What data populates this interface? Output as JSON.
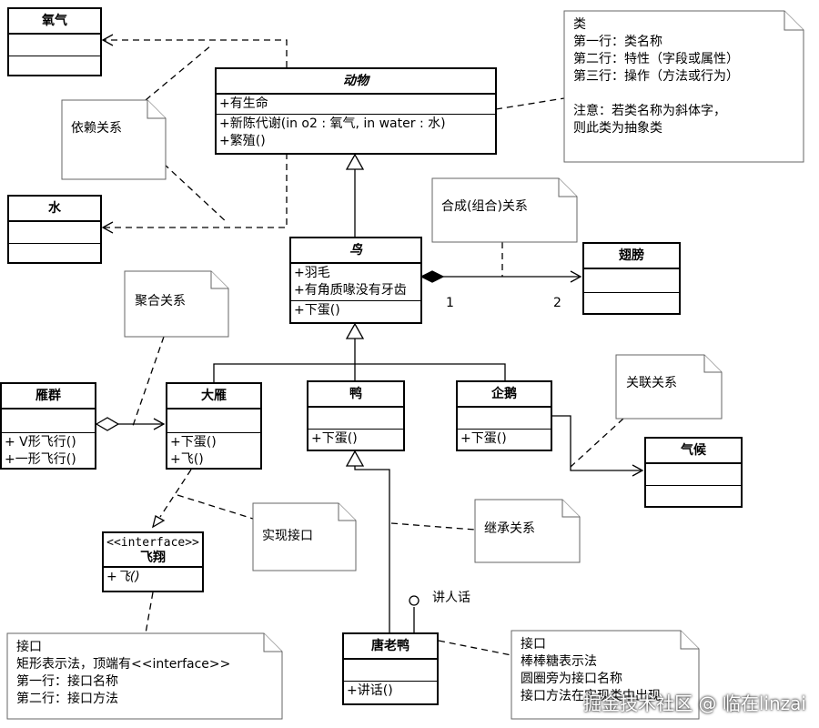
{
  "classes": {
    "oxygen": {
      "name": "氧气"
    },
    "water": {
      "name": "水"
    },
    "animal": {
      "name": "动物",
      "attr": "+有生命",
      "op1": "+新陈代谢(in o2 : 氧气, in water : 水)",
      "op2": "+繁殖()"
    },
    "bird": {
      "name": "鸟",
      "attr1": "+羽毛",
      "attr2": "+有角质喙没有牙齿",
      "op": "+下蛋()"
    },
    "wing": {
      "name": "翅膀"
    },
    "flock": {
      "name": "雁群",
      "op1": "+ V形飞行()",
      "op2": "+一形飞行()"
    },
    "goose": {
      "name": "大雁",
      "op1": "+下蛋()",
      "op2": "+飞()"
    },
    "duck": {
      "name": "鸭",
      "op": "+下蛋()"
    },
    "penguin": {
      "name": "企鹅",
      "op": "+下蛋()"
    },
    "climate": {
      "name": "气候"
    },
    "fly": {
      "stereotype": "<<interface>>",
      "name": "飞翔",
      "op": "+飞()"
    },
    "donald": {
      "name": "唐老鸭",
      "op": "+讲话()"
    }
  },
  "notes": {
    "dependency": "依赖关系",
    "class_desc": [
      "类",
      "第一行：类名称",
      "第二行：特性（字段或属性）",
      "第三行：操作（方法或行为）",
      "",
      "注意：若类名称为斜体字，",
      "则此类为抽象类"
    ],
    "composition": "合成(组合)关系",
    "aggregation": "聚合关系",
    "association": "关联关系",
    "realization": "实现接口",
    "inheritance": "继承关系",
    "interface_rect": [
      "接口",
      "矩形表示法，顶端有<<interface>>",
      "第一行：接口名称",
      "第二行：接口方法"
    ],
    "interface_lollipop": [
      "接口",
      "棒棒糖表示法",
      "圆圈旁为接口名称",
      "接口方法在实现类中出现"
    ]
  },
  "labels": {
    "mult_1": "1",
    "mult_2": "2",
    "lollipop": "讲人话"
  },
  "watermark": "掘金技术社区 @ 临在linzai"
}
